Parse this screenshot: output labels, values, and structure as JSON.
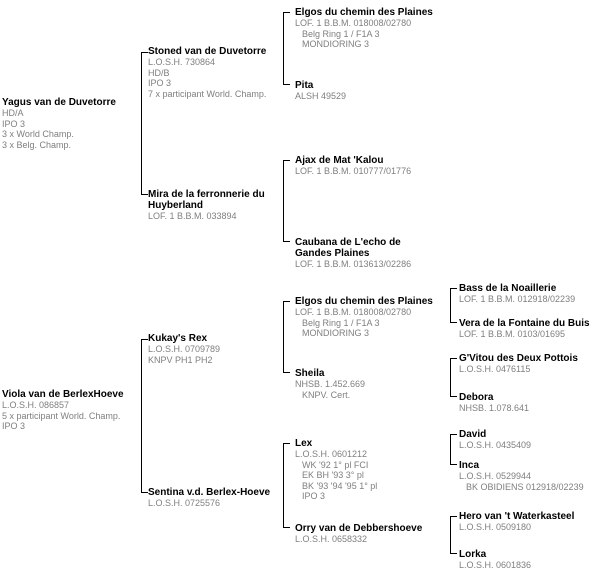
{
  "colors": {
    "name_text": "#000000",
    "detail_text": "#7f7f7f",
    "connector_line": "#000000",
    "background": "#ffffff"
  },
  "nodes": {
    "yagus": {
      "name": "Yagus van de Duvetorre",
      "details": [
        "HD/A",
        "IPO 3",
        "3 x World Champ.",
        "3 x Belg. Champ."
      ]
    },
    "viola": {
      "name": "Viola van de BerlexHoeve",
      "details": [
        "L.O.S.H. 086857",
        "5 x participant World. Champ.",
        "IPO 3"
      ]
    },
    "stoned": {
      "name": "Stoned van de Duvetorre",
      "details": [
        "L.O.S.H. 730864",
        "HD/B",
        "IPO 3",
        "7 x participant World. Champ."
      ]
    },
    "mira": {
      "name": "Mira de la ferronnerie du",
      "name2": "Huyberland",
      "details": [
        "LOF. 1 B.B.M. 033894"
      ]
    },
    "kukay": {
      "name": "Kukay's Rex",
      "details": [
        "L.O.S.H. 0709789",
        "KNPV PH1 PH2"
      ]
    },
    "sentina": {
      "name": "Sentina v.d. Berlex-Hoeve",
      "details": [
        "L.O.S.H. 0725576"
      ]
    },
    "elgos1": {
      "name": "Elgos du chemin des Plaines",
      "details": [
        "LOF. 1 B.B.M. 018008/02780",
        "Belg Ring 1 / F1A 3",
        "MONDIORING 3"
      ]
    },
    "pita": {
      "name": "Pita",
      "details": [
        "ALSH 49529"
      ]
    },
    "ajax": {
      "name": "Ajax de Mat 'Kalou",
      "details": [
        "LOF. 1 B.B.M. 010777/01776"
      ]
    },
    "caubana": {
      "name": "Caubana de L'echo de",
      "name2": "Gandes Plaines",
      "details": [
        "LOF. 1 B.B.M. 013613/02286"
      ]
    },
    "elgos2": {
      "name": "Elgos du chemin des Plaines",
      "details": [
        "LOF. 1 B.B.M. 018008/02780",
        "Belg Ring 1 / F1A 3",
        "MONDIORING 3"
      ]
    },
    "sheila": {
      "name": "Sheila",
      "details": [
        "NHSB. 1.452.669",
        "KNPV. Cert."
      ]
    },
    "lex": {
      "name": "Lex",
      "details": [
        "L.O.S.H. 0601212",
        "WK '92 1° pl FCI",
        "EK BH '93 3° pl",
        "BK '93 '94 '95 1° pl",
        "IPO 3"
      ]
    },
    "orry": {
      "name": "Orry van de Debbershoeve",
      "details": [
        "L.O.S.H. 0658332"
      ]
    },
    "bass": {
      "name": "Bass de la Noaillerie",
      "details": [
        "LOF. 1 B.B.M. 012918/02239"
      ]
    },
    "vera": {
      "name": "Vera de la Fontaine du Buis",
      "details": [
        "LOF. 1 B.B.M. 0103/01695"
      ]
    },
    "gvitou": {
      "name": "G'Vitou des Deux Pottois",
      "details": [
        "L.O.S.H. 0476115"
      ]
    },
    "debora": {
      "name": "Debora",
      "details": [
        "NHSB. 1.078.641"
      ]
    },
    "david": {
      "name": "David",
      "details": [
        "L.O.S.H. 0435409"
      ]
    },
    "inca": {
      "name": "Inca",
      "details": [
        "L.O.S.H. 0529944",
        "BK OBIDIENS 012918/02239"
      ]
    },
    "hero": {
      "name": "Hero van 't Waterkasteel",
      "details": [
        "L.O.S.H. 0509180"
      ]
    },
    "lorka": {
      "name": "Lorka",
      "details": [
        "L.O.S.H. 0601836"
      ]
    }
  },
  "relations": [
    {
      "dog": "Yagus van de Duvetorre",
      "parent_top": "Stoned van de Duvetorre",
      "parent_bottom": "Mira de la ferronnerie du Huyberland"
    },
    {
      "dog": "Stoned van de Duvetorre",
      "parent_top": "Elgos du chemin des Plaines",
      "parent_bottom": "Pita"
    },
    {
      "dog": "Mira de la ferronnerie du Huyberland",
      "parent_top": "Ajax de Mat 'Kalou",
      "parent_bottom": "Caubana de L'echo de Gandes Plaines"
    },
    {
      "dog": "Viola van de BerlexHoeve",
      "parent_top": "Kukay's Rex",
      "parent_bottom": "Sentina v.d. Berlex-Hoeve"
    },
    {
      "dog": "Kukay's Rex",
      "parent_top": "Elgos du chemin des Plaines",
      "parent_bottom": "Sheila"
    },
    {
      "dog": "Sentina v.d. Berlex-Hoeve",
      "parent_top": "Lex",
      "parent_bottom": "Orry van de Debbershoeve"
    },
    {
      "dog": "Elgos du chemin des Plaines",
      "parent_top": "Bass de la Noaillerie",
      "parent_bottom": "Vera de la Fontaine du Buis"
    },
    {
      "dog": "Sheila",
      "parent_top": "G'Vitou des Deux Pottois",
      "parent_bottom": "Debora"
    },
    {
      "dog": "Lex",
      "parent_top": "David",
      "parent_bottom": "Inca"
    },
    {
      "dog": "Orry van de Debbershoeve",
      "parent_top": "Hero van 't Waterkasteel",
      "parent_bottom": "Lorka"
    }
  ]
}
